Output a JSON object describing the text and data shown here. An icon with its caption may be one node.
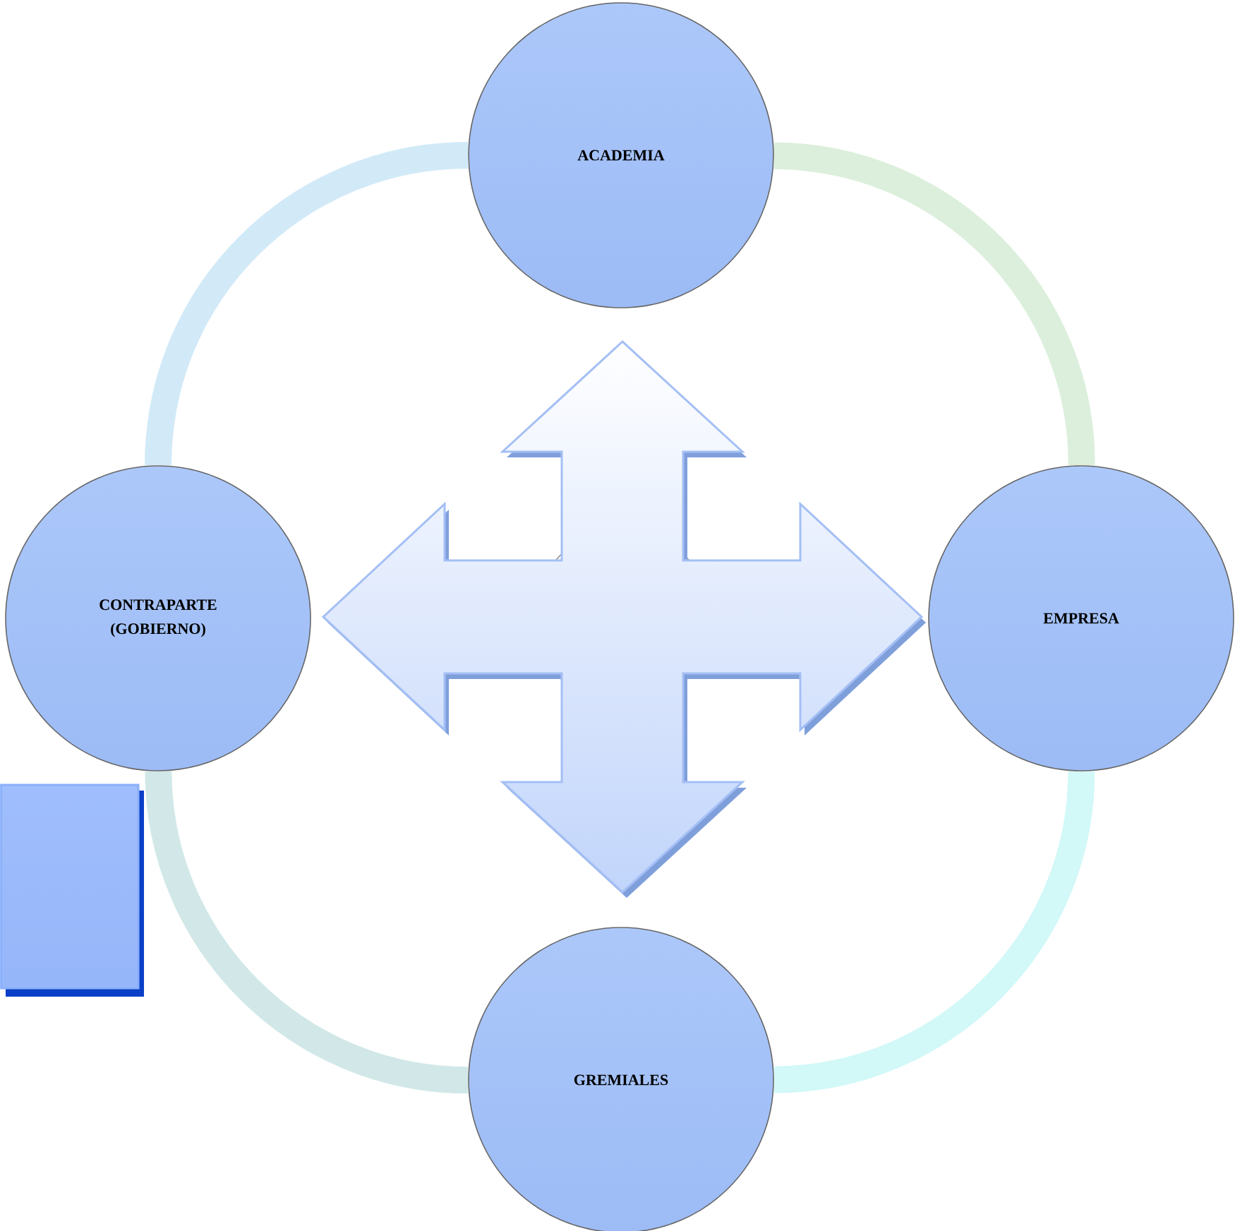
{
  "diagram": {
    "nodes": [
      {
        "text": [
          "ACADEMIA"
        ]
      },
      {
        "text": [
          "CONTRAPARTE (GOBIERNO)"
        ]
      },
      {
        "text": [
          "EMPRESA"
        ]
      },
      {
        "text": [
          "GREMIALES"
        ]
      }
    ],
    "edges": [
      {
        "from": 0,
        "to": 2,
        "arrow": "none",
        "color": "#dcefdc"
      },
      {
        "from": 2,
        "to": 3,
        "arrow": "none",
        "color": "#d2f8f8"
      },
      {
        "from": 3,
        "to": 1,
        "arrow": "none",
        "color": "#d2e8e8"
      },
      {
        "from": 1,
        "to": 0,
        "arrow": "none",
        "color": "#d2eaf8"
      }
    ]
  }
}
